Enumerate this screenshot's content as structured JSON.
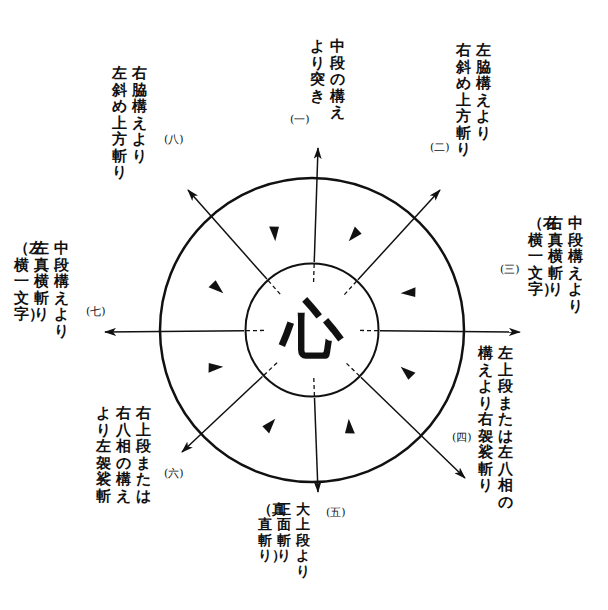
{
  "diagram": {
    "nodes": [
      {
        "text": [
          "心"
        ]
      }
    ],
    "labels": [
      "(一)",
      "中段の構え より突き",
      "(二)",
      "左脇構えより 右斜め上方斬り",
      "(三)",
      "中段構えより 右真横斬り （右横一文字）",
      "(四)",
      "左上段または左八相の 構えより右袈裟斬り",
      "(五)",
      "大上段より 正面斬り （真直斬り）",
      "(六)",
      "右上段または 右八相の構え より左袈裟斬",
      "(七)",
      "中段構えより 左真横斬り （左横一文字）",
      "(八)",
      "右脇構えより 左斜め上方斬り"
    ]
  }
}
